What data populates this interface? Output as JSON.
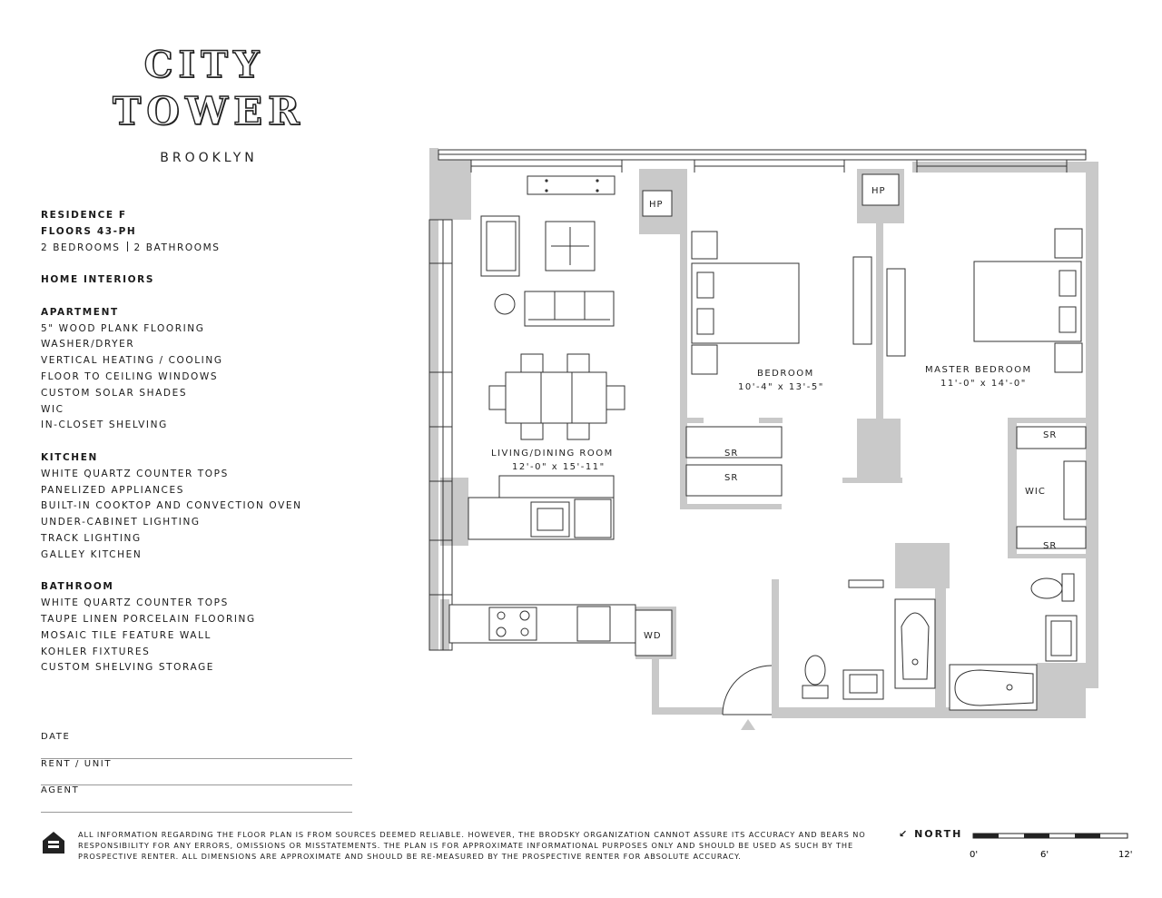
{
  "logo": {
    "line1": "CITY",
    "line2": "TOWER",
    "line3": "BROOKLYN"
  },
  "residence": {
    "name": "RESIDENCE F",
    "floors": "FLOORS 43-PH",
    "bedrooms": "2 BEDROOMS",
    "bathrooms": "2 BATHROOMS"
  },
  "section_home": "HOME INTERIORS",
  "apartment": {
    "heading": "APARTMENT",
    "items": [
      "5\"  WOOD PLANK FLOORING",
      "WASHER/DRYER",
      "VERTICAL HEATING / COOLING",
      "FLOOR TO CEILING WINDOWS",
      "CUSTOM SOLAR SHADES",
      "WIC",
      "IN-CLOSET SHELVING"
    ]
  },
  "kitchen": {
    "heading": "KITCHEN",
    "items": [
      "WHITE QUARTZ COUNTER TOPS",
      "PANELIZED APPLIANCES",
      "BUILT-IN COOKTOP AND CONVECTION OVEN",
      "UNDER-CABINET LIGHTING",
      "TRACK LIGHTING",
      "GALLEY KITCHEN"
    ]
  },
  "bathroom": {
    "heading": "BATHROOM",
    "items": [
      "WHITE QUARTZ COUNTER TOPS",
      "TAUPE LINEN PORCELAIN FLOORING",
      "MOSAIC TILE FEATURE WALL",
      "KOHLER FIXTURES",
      "CUSTOM SHELVING STORAGE"
    ]
  },
  "form": {
    "date": "DATE",
    "rent": "RENT / UNIT",
    "agent": "AGENT"
  },
  "disclaimer": "All information regarding the floor plan is from sources deemed reliable. However, The Brodsky Organization cannot assure its accuracy and bears no responsibility for any errors, omissions or misstatements. The plan is for approximate informational purposes only and should be used as such by the prospective renter. All dimensions are approximate and should be re-measured by the prospective renter for absolute accuracy.",
  "north": "NORTH",
  "scale_labels": [
    "0'",
    "6'",
    "12'"
  ],
  "rooms": {
    "living_name": "LIVING/DINING ROOM",
    "living_dim": "12'-0\" x 15'-11\"",
    "bed_name": "BEDROOM",
    "bed_dim": "10'-4\" x 13'-5\"",
    "master_name": "MASTER BEDROOM",
    "master_dim": "11'-0\" x 14'-0\""
  },
  "tags": {
    "hp": "HP",
    "sr": "SR",
    "wd": "WD",
    "wic": "WIC"
  },
  "colors": {
    "wall": "#c9c9c9",
    "line": "#333333",
    "text": "#1a1a1a"
  }
}
